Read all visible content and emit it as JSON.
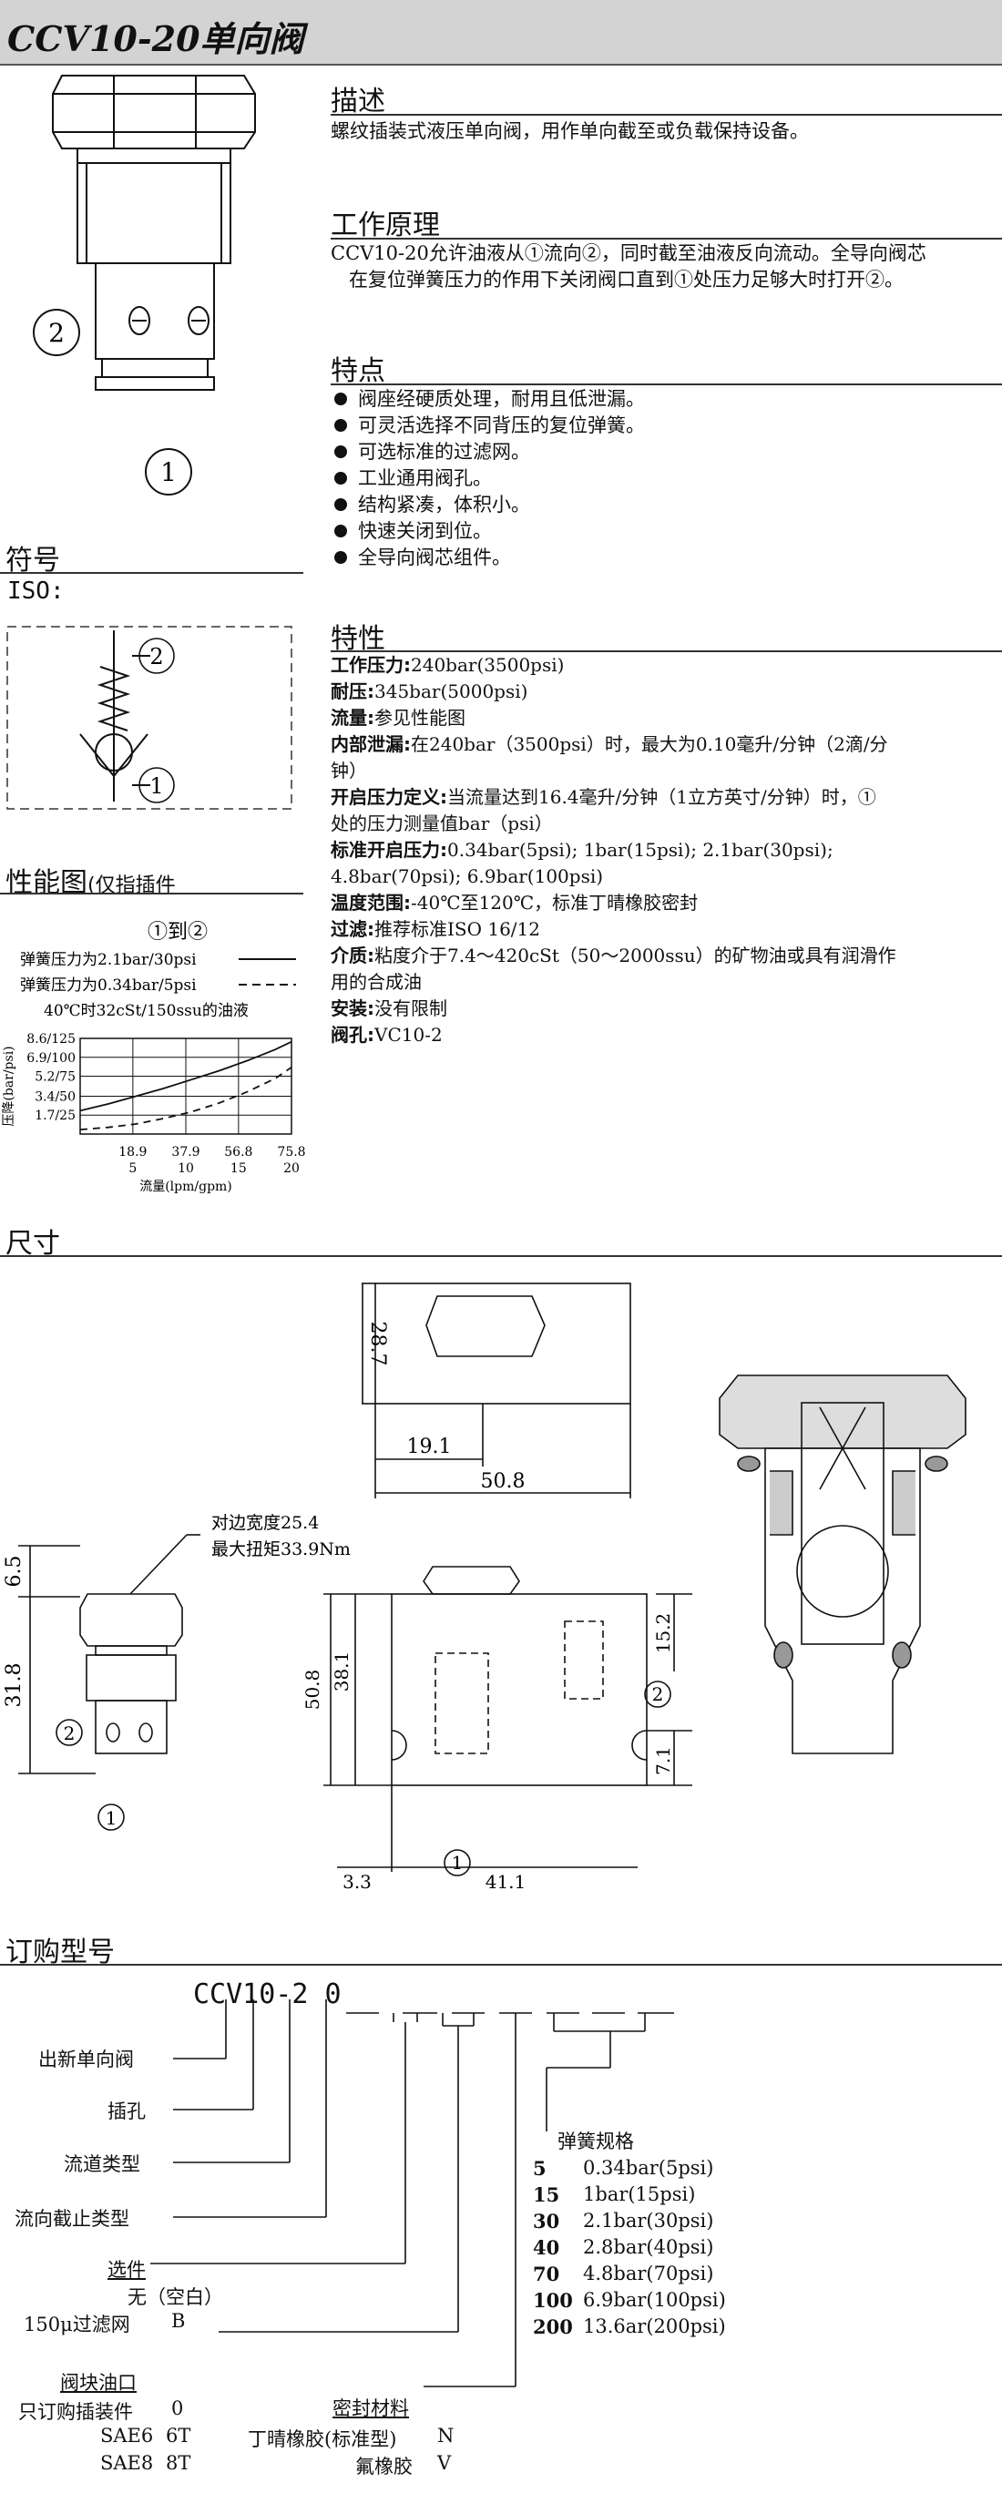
{
  "title": "CCV10-20单向阀",
  "description": {
    "heading": "描述",
    "text": "螺纹插装式液压单向阀，用作单向截至或负载保持设备。"
  },
  "principle": {
    "heading": "工作原理",
    "lines": [
      "CCV10-20允许油液从①流向②，同时截至油液反向流动。全导向阀芯",
      "在复位弹簧压力的作用下关闭阀口直到①处压力足够大时打开②。"
    ]
  },
  "features": {
    "heading": "特点",
    "items": [
      "阀座经硬质处理，耐用且低泄漏。",
      "可灵活选择不同背压的复位弹簧。",
      "可选标准的过滤网。",
      "工业通用阀孔。",
      "结构紧凑，体积小。",
      "快速关闭到位。",
      "全导向阀芯组件。"
    ]
  },
  "symbol": {
    "heading": "符号",
    "iso": "ISO:",
    "port2": "2",
    "port1": "1"
  },
  "valve_ports": {
    "port2": "2",
    "port1": "1"
  },
  "specs": {
    "heading": "特性",
    "rows": [
      {
        "label": "工作压力:",
        "value": "240bar(3500psi)"
      },
      {
        "label": "耐压:",
        "value": "345bar(5000psi)"
      },
      {
        "label": "流量:",
        "value": "参见性能图"
      },
      {
        "label": "内部泄漏:",
        "value": "在240bar（3500psi）时，最大为0.10毫升/分钟（2滴/分"
      },
      {
        "label": "",
        "value": "钟）"
      },
      {
        "label": "开启压力定义:",
        "value": "当流量达到16.4毫升/分钟（1立方英寸/分钟）时，①"
      },
      {
        "label": "",
        "value": "处的压力测量值bar（psi）"
      },
      {
        "label": "标准开启压力:",
        "value": "0.34bar(5psi); 1bar(15psi); 2.1bar(30psi);"
      },
      {
        "label": "",
        "value": "4.8bar(70psi); 6.9bar(100psi)"
      },
      {
        "label": "温度范围:",
        "value": "-40℃至120℃，标准丁晴橡胶密封"
      },
      {
        "label": "过滤:",
        "value": "推荐标准ISO 16/12"
      },
      {
        "label": "介质:",
        "value": "粘度介于7.4～420cSt（50～2000ssu）的矿物油或具有润滑作"
      },
      {
        "label": "",
        "value": "用的合成油"
      },
      {
        "label": "安装:",
        "value": "没有限制"
      },
      {
        "label": "阀孔:",
        "value": "VC10-2"
      }
    ]
  },
  "performance": {
    "heading": "性能图",
    "heading_note": "(仅指插件",
    "subtitle": "①到②",
    "legend": [
      {
        "label": "弹簧压力为2.1bar/30psi",
        "style": "solid"
      },
      {
        "label": "弹簧压力为0.34bar/5psi",
        "style": "dashed"
      }
    ],
    "condition": "40℃时32cSt/150ssu的油液"
  },
  "chart_data": {
    "type": "line",
    "title": "①到②",
    "xlabel": "流量(lpm/gpm)",
    "ylabel": "压降(bar/psi)",
    "x_ticks_lpm": [
      "18.9",
      "37.9",
      "56.8",
      "75.8"
    ],
    "x_ticks_gpm": [
      "5",
      "10",
      "15",
      "20"
    ],
    "y_ticks": [
      "1.7/25",
      "3.4/50",
      "5.2/75",
      "6.9/100",
      "8.6/125"
    ],
    "xlim": [
      0,
      75.8
    ],
    "ylim": [
      0,
      8.6
    ],
    "series": [
      {
        "name": "弹簧压力为2.1bar/30psi",
        "style": "solid",
        "x": [
          0,
          10,
          20,
          30,
          40,
          50,
          60,
          70,
          75.8
        ],
        "y": [
          2.1,
          2.7,
          3.4,
          4.1,
          4.9,
          5.7,
          6.6,
          7.6,
          8.3
        ]
      },
      {
        "name": "弹簧压力为0.34bar/5psi",
        "style": "dashed",
        "x": [
          0,
          10,
          20,
          30,
          40,
          50,
          60,
          70,
          75.8
        ],
        "y": [
          0.4,
          0.6,
          0.9,
          1.4,
          2.0,
          2.8,
          3.8,
          5.0,
          6.0
        ]
      }
    ]
  },
  "dimensions": {
    "heading": "尺寸",
    "hex_width": "28.7",
    "d19": "19.1",
    "d50_8_top": "50.8",
    "flat_note": "对边宽度25.4",
    "torque_note": "最大扭矩33.9Nm",
    "d6_5": "6.5",
    "d31_8": "31.8",
    "d15_2": "15.2",
    "d50_8_side": "50.8",
    "d38_1": "38.1",
    "d7_1": "7.1",
    "d3_3": "3.3",
    "d41_1": "41.1",
    "port2": "2",
    "port1": "1"
  },
  "ordering": {
    "heading": "订购型号",
    "code": "CCV10-2 0",
    "labels": [
      "出新单向阀",
      "插孔",
      "流道类型",
      "流向截止类型"
    ],
    "options": {
      "heading": "选件",
      "rows": [
        {
          "name": "无（空白）",
          "code": ""
        },
        {
          "name": "150μ过滤网",
          "code": "B"
        }
      ]
    },
    "block_port": {
      "heading": "阀块油口",
      "rows": [
        {
          "name": "只订购插装件",
          "code": "0"
        },
        {
          "name": "SAE6",
          "code": "6T"
        },
        {
          "name": "SAE8",
          "code": "8T"
        }
      ]
    },
    "seal": {
      "heading": "密封材料",
      "rows": [
        {
          "name": "丁晴橡胶(标准型)",
          "code": "N"
        },
        {
          "name": "氟橡胶",
          "code": "V"
        }
      ]
    },
    "spring": {
      "heading": "弹簧规格",
      "rows": [
        {
          "code": "5",
          "value": "0.34bar(5psi)"
        },
        {
          "code": "15",
          "value": "1bar(15psi)"
        },
        {
          "code": "30",
          "value": "2.1bar(30psi)"
        },
        {
          "code": "40",
          "value": "2.8bar(40psi)"
        },
        {
          "code": "70",
          "value": "4.8bar(70psi)"
        },
        {
          "code": "100",
          "value": "6.9bar(100psi)"
        },
        {
          "code": "200",
          "value": "13.6ar(200psi)"
        }
      ]
    }
  }
}
